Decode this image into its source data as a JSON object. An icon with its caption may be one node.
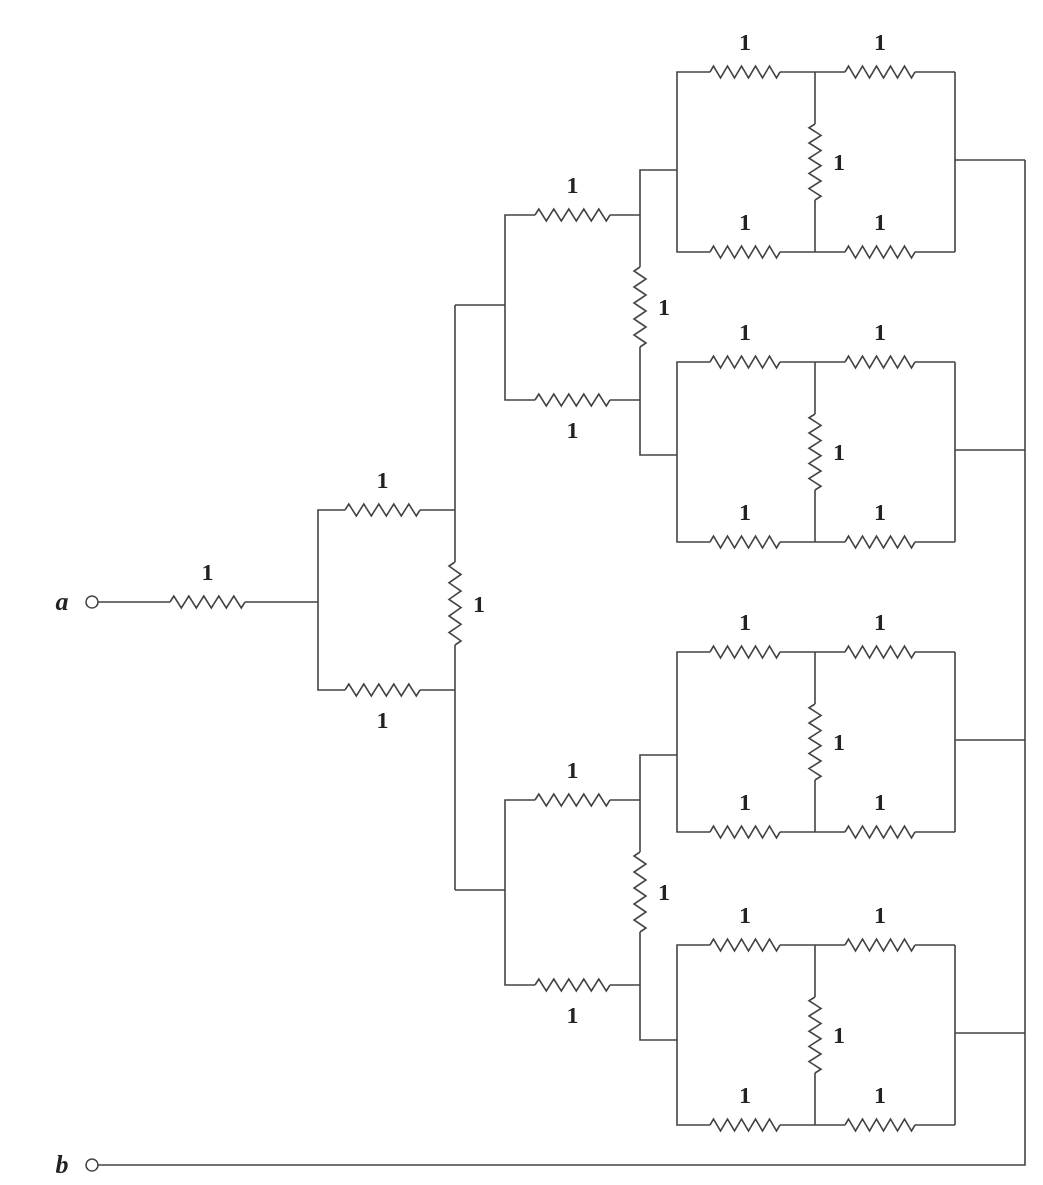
{
  "diagram": {
    "labels": [
      "1",
      "1",
      "1",
      "1",
      "1",
      "1",
      "1",
      "1",
      "1",
      "1",
      "1",
      "1",
      "1",
      "1",
      "1",
      "a",
      "1",
      "1",
      "1",
      "1",
      "1",
      "1",
      "1",
      "1",
      "1",
      "1",
      "1",
      "1",
      "1",
      "1",
      "1",
      "b"
    ]
  }
}
